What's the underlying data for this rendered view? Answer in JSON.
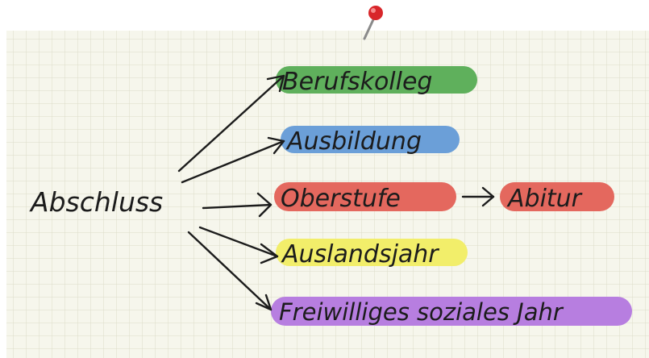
{
  "diagram": {
    "root": "Abschluss",
    "branches": [
      {
        "label": "Berufskolleg",
        "color": "#5fb05c"
      },
      {
        "label": "Ausbildung",
        "color": "#6b9fd8"
      },
      {
        "label": "Oberstufe",
        "color": "#e4685e",
        "next": {
          "label": "Abitur",
          "color": "#e4685e"
        }
      },
      {
        "label": "Auslandsjahr",
        "color": "#f2ee6a"
      },
      {
        "label": "Freiwilliges soziales Jahr",
        "color": "#b77ee0"
      }
    ]
  },
  "colors": {
    "paper": "#f6f6ec",
    "grid": "#dcdcc9",
    "ink": "#1c1c1c",
    "pin_head": "#d8262a"
  }
}
